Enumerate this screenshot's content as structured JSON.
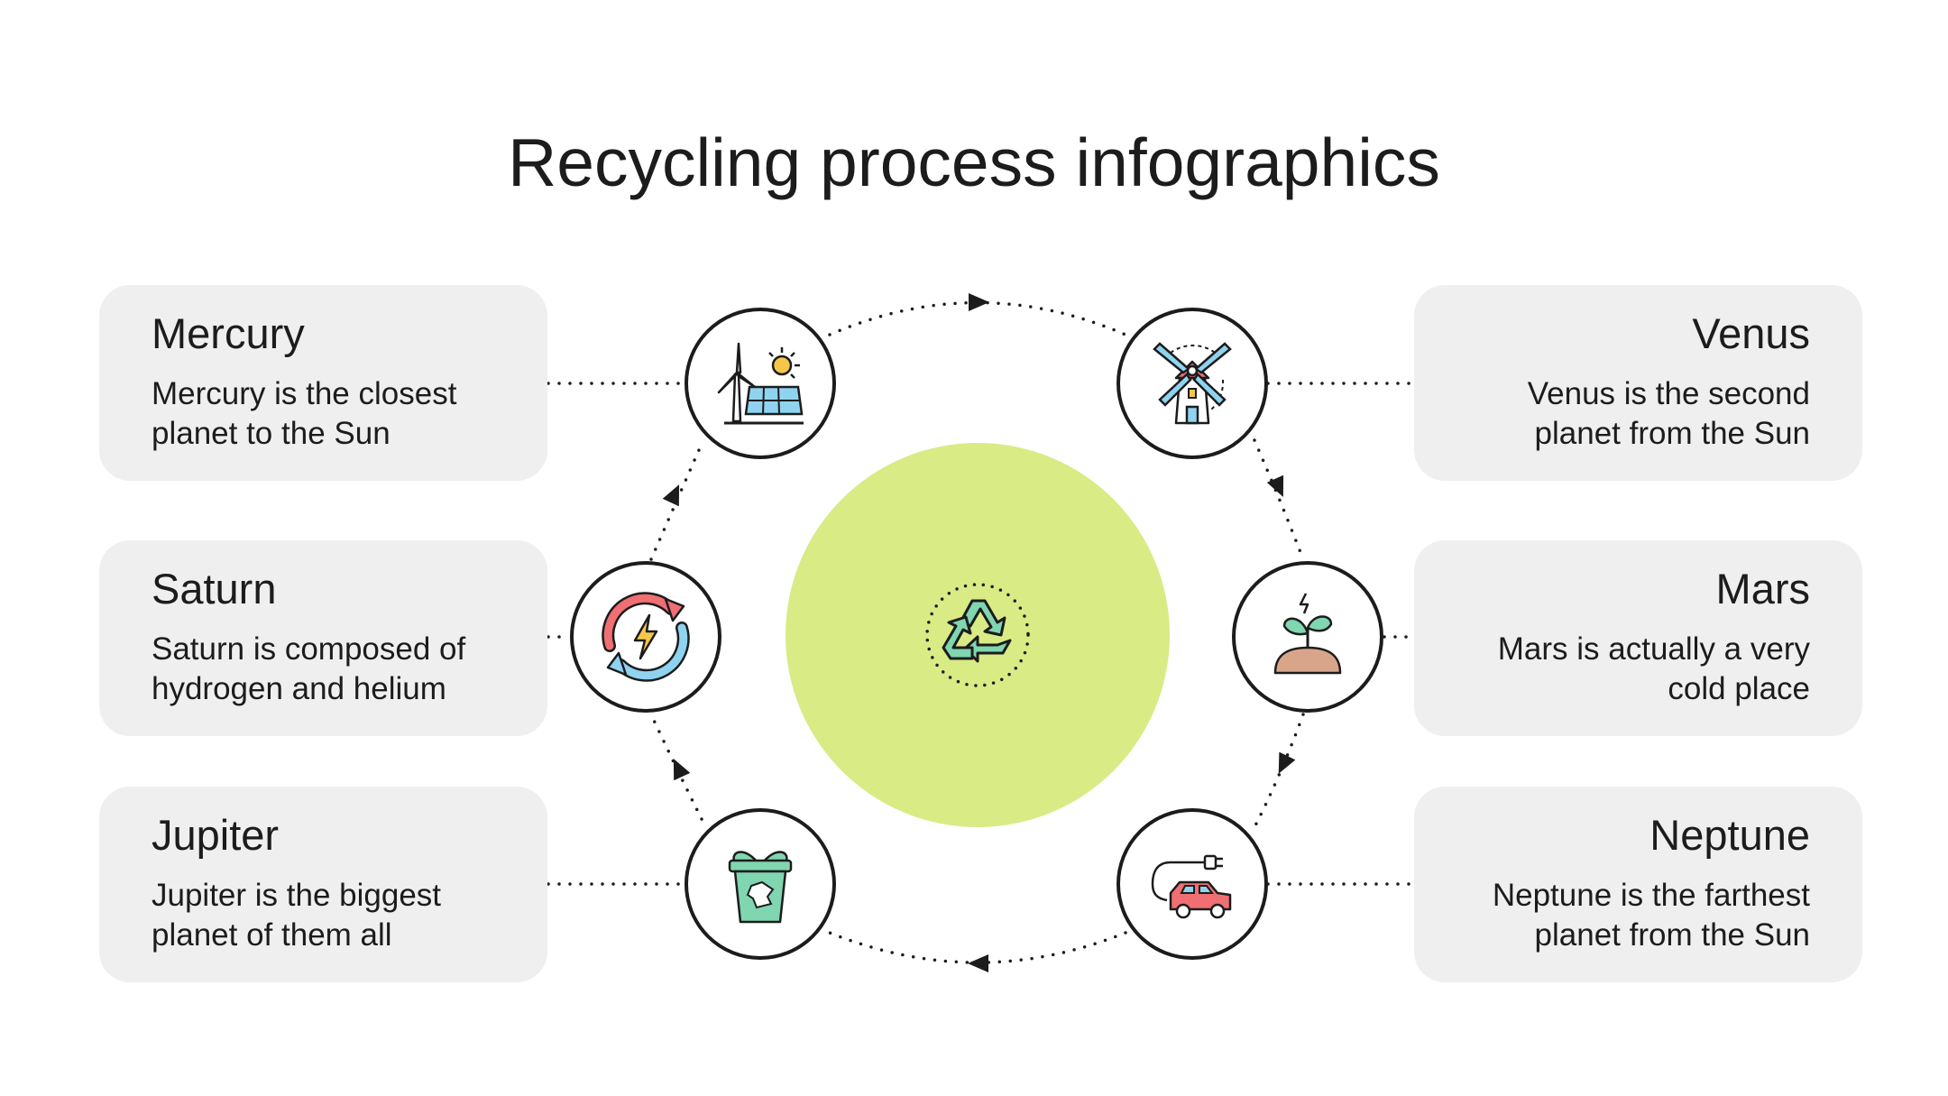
{
  "title": "Recycling process infographics",
  "colors": {
    "card_bg": "#efefef",
    "center_circle": "#d8eb85",
    "outline": "#1c1c1c",
    "icon_green": "#7fd6b0",
    "icon_red": "#ef6f73",
    "icon_blue": "#8fd3f0",
    "icon_yellow": "#f5c64a",
    "icon_brown": "#d9a58a"
  },
  "center_icon": "recycle-icon",
  "items": [
    {
      "id": "mercury",
      "side": "left",
      "title": "Mercury",
      "lines": [
        "Mercury is the closest",
        "planet to the Sun"
      ],
      "icon": "wind-turbine-solar-panel-icon"
    },
    {
      "id": "saturn",
      "side": "left",
      "title": "Saturn",
      "lines": [
        "Saturn is composed of",
        "hydrogen and helium"
      ],
      "icon": "renewable-energy-cycle-icon"
    },
    {
      "id": "jupiter",
      "side": "left",
      "title": "Jupiter",
      "lines": [
        "Jupiter is the biggest",
        "planet of them all"
      ],
      "icon": "compost-bin-icon"
    },
    {
      "id": "venus",
      "side": "right",
      "title": "Venus",
      "lines": [
        "Venus is the second",
        "planet from the Sun"
      ],
      "icon": "windmill-icon"
    },
    {
      "id": "mars",
      "side": "right",
      "title": "Mars",
      "lines": [
        "Mars is actually a very",
        "cold place"
      ],
      "icon": "sprout-energy-icon"
    },
    {
      "id": "neptune",
      "side": "right",
      "title": "Neptune",
      "lines": [
        "Neptune is the farthest",
        "planet from the Sun"
      ],
      "icon": "electric-car-icon"
    }
  ]
}
